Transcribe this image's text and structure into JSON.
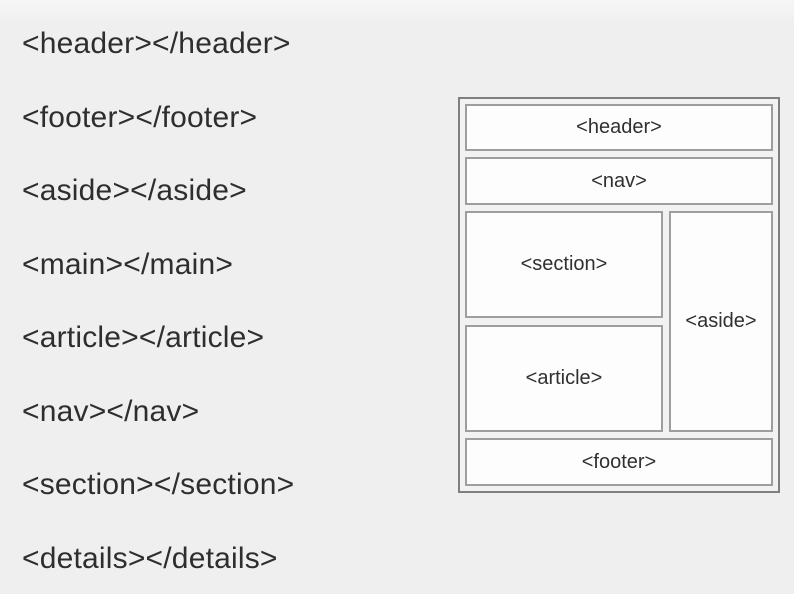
{
  "page": {
    "background_color": "#f0eff0",
    "text_color": "#2e2e2e",
    "diagram_border_color": "#7f7f7f",
    "inner_border_color": "#9e9e9e",
    "box_fill_color": "#fdfdfd"
  },
  "tag_list": {
    "items": [
      {
        "label": "<header></header>"
      },
      {
        "label": "<footer></footer>"
      },
      {
        "label": "<aside></aside>"
      },
      {
        "label": "<main></main>"
      },
      {
        "label": "<article></article>"
      },
      {
        "label": "<nav></nav>"
      },
      {
        "label": "<section></section>"
      },
      {
        "label": "<details></details>"
      }
    ]
  },
  "diagram": {
    "header_label": "<header>",
    "nav_label": "<nav>",
    "section_label": "<section>",
    "article_label": "<article>",
    "aside_label": "<aside>",
    "footer_label": "<footer>"
  }
}
